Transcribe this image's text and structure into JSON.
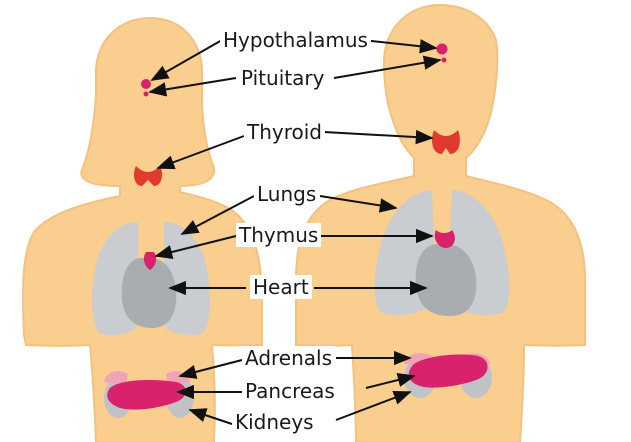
{
  "colors": {
    "skin": "#F9CE8E",
    "skin_outline": "#F6C17F",
    "lungs": "#C9CCD0",
    "heart": "#A9ACB0",
    "gland_magenta": "#D8226B",
    "thyroid_red": "#E03A2E",
    "adrenal_pink": "#F2A2B6",
    "kidney_gray": "#BFC2C7",
    "arrow": "#111111"
  },
  "labels": {
    "hypothalamus": "Hypothalamus",
    "pituitary": "Pituitary",
    "thyroid": "Thyroid",
    "lungs": "Lungs",
    "thymus": "Thymus",
    "heart": "Heart",
    "adrenals": "Adrenals",
    "pancreas": "Pancreas",
    "kidneys": "Kidneys"
  }
}
